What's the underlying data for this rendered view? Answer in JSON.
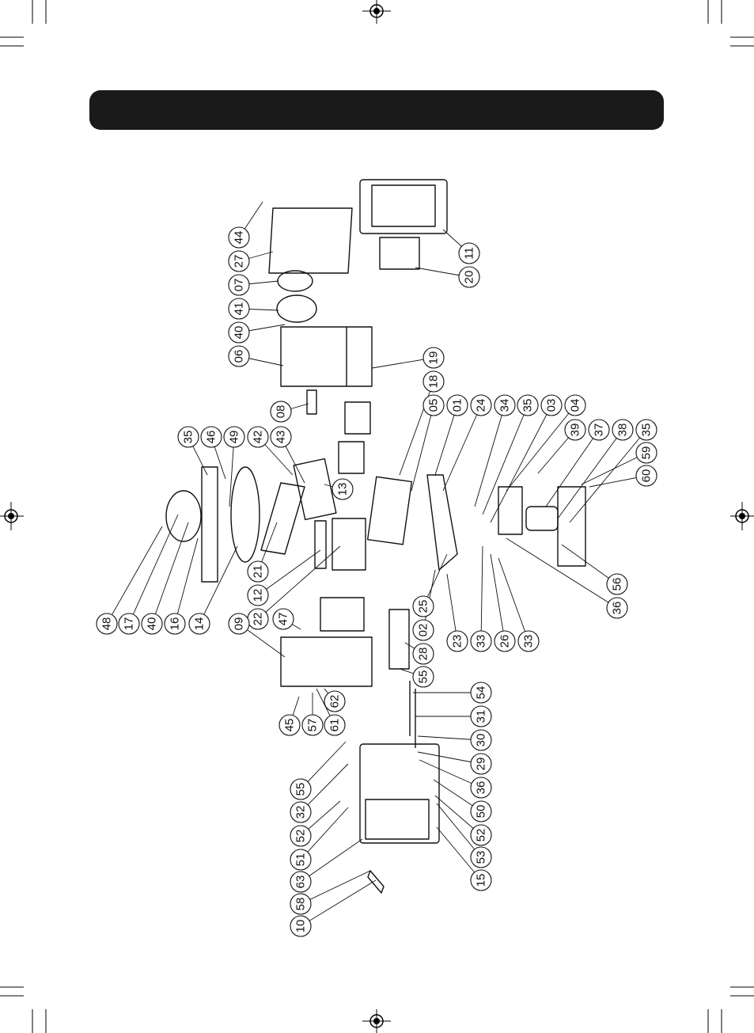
{
  "header": {
    "title": ""
  },
  "colors": {
    "ink": "#111111",
    "bar": "#1a1a1a",
    "paper": "#ffffff"
  },
  "diagram": {
    "type": "exploded-parts-view",
    "part_numbers": [
      "44",
      "27",
      "07",
      "41",
      "40",
      "06",
      "08",
      "35",
      "46",
      "49",
      "42",
      "43",
      "13",
      "21",
      "12",
      "22",
      "47",
      "48",
      "17",
      "40",
      "16",
      "14",
      "09",
      "45",
      "57",
      "61",
      "62",
      "55",
      "32",
      "52",
      "51",
      "63",
      "58",
      "10",
      "11",
      "20",
      "19",
      "18",
      "05",
      "01",
      "24",
      "34",
      "35",
      "03",
      "04",
      "39",
      "37",
      "38",
      "35",
      "59",
      "60",
      "56",
      "36",
      "25",
      "02",
      "23",
      "33",
      "26",
      "33",
      "28",
      "55",
      "54",
      "31",
      "30",
      "29",
      "36",
      "50",
      "52",
      "53",
      "15"
    ]
  }
}
